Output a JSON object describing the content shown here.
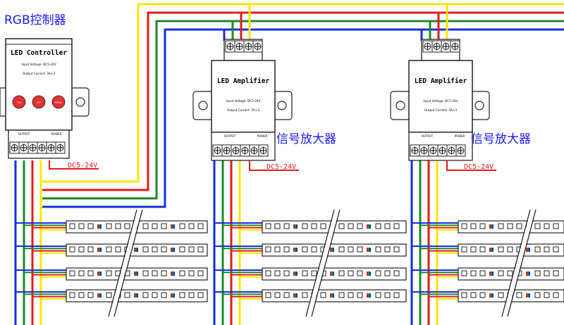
{
  "labels": {
    "controller_cn": "RGB控制器",
    "amp1_cn": "信号放大器",
    "amp2_cn": "信号放大器"
  },
  "controller": {
    "title": "LED Controller",
    "line1": "Input Voltage: DC5-24V",
    "line2": "Output Current: 3A×3",
    "button1": "ON",
    "button2": "OFF",
    "button3": "MODE",
    "terminal_hdr1": "OUTPUT",
    "terminal_hdr2": "POWER",
    "power_label": "DC5-24V"
  },
  "amplifiers": [
    {
      "title": "LED Amplifier",
      "line1": "Input Voltage: DC5-24V",
      "line2": "Output Current: 5A×3",
      "terminal_hdr1": "OUTPUT",
      "terminal_hdr2": "POWER",
      "power_label": "DC5-24V"
    },
    {
      "title": "LED Amplifier",
      "line1": "Input Voltage: DC5-24V",
      "line2": "Output Current: 5A×3",
      "terminal_hdr1": "OUTPUT",
      "terminal_hdr2": "POWER",
      "power_label": "DC5-24V"
    }
  ],
  "colors": {
    "yellow": "#ffe600",
    "red": "#e41b1b",
    "green": "#1d8a2a",
    "blue": "#1530d6",
    "label_blue": "#1a1aff",
    "button_red": "#e53030"
  },
  "strips_per_group": 4
}
